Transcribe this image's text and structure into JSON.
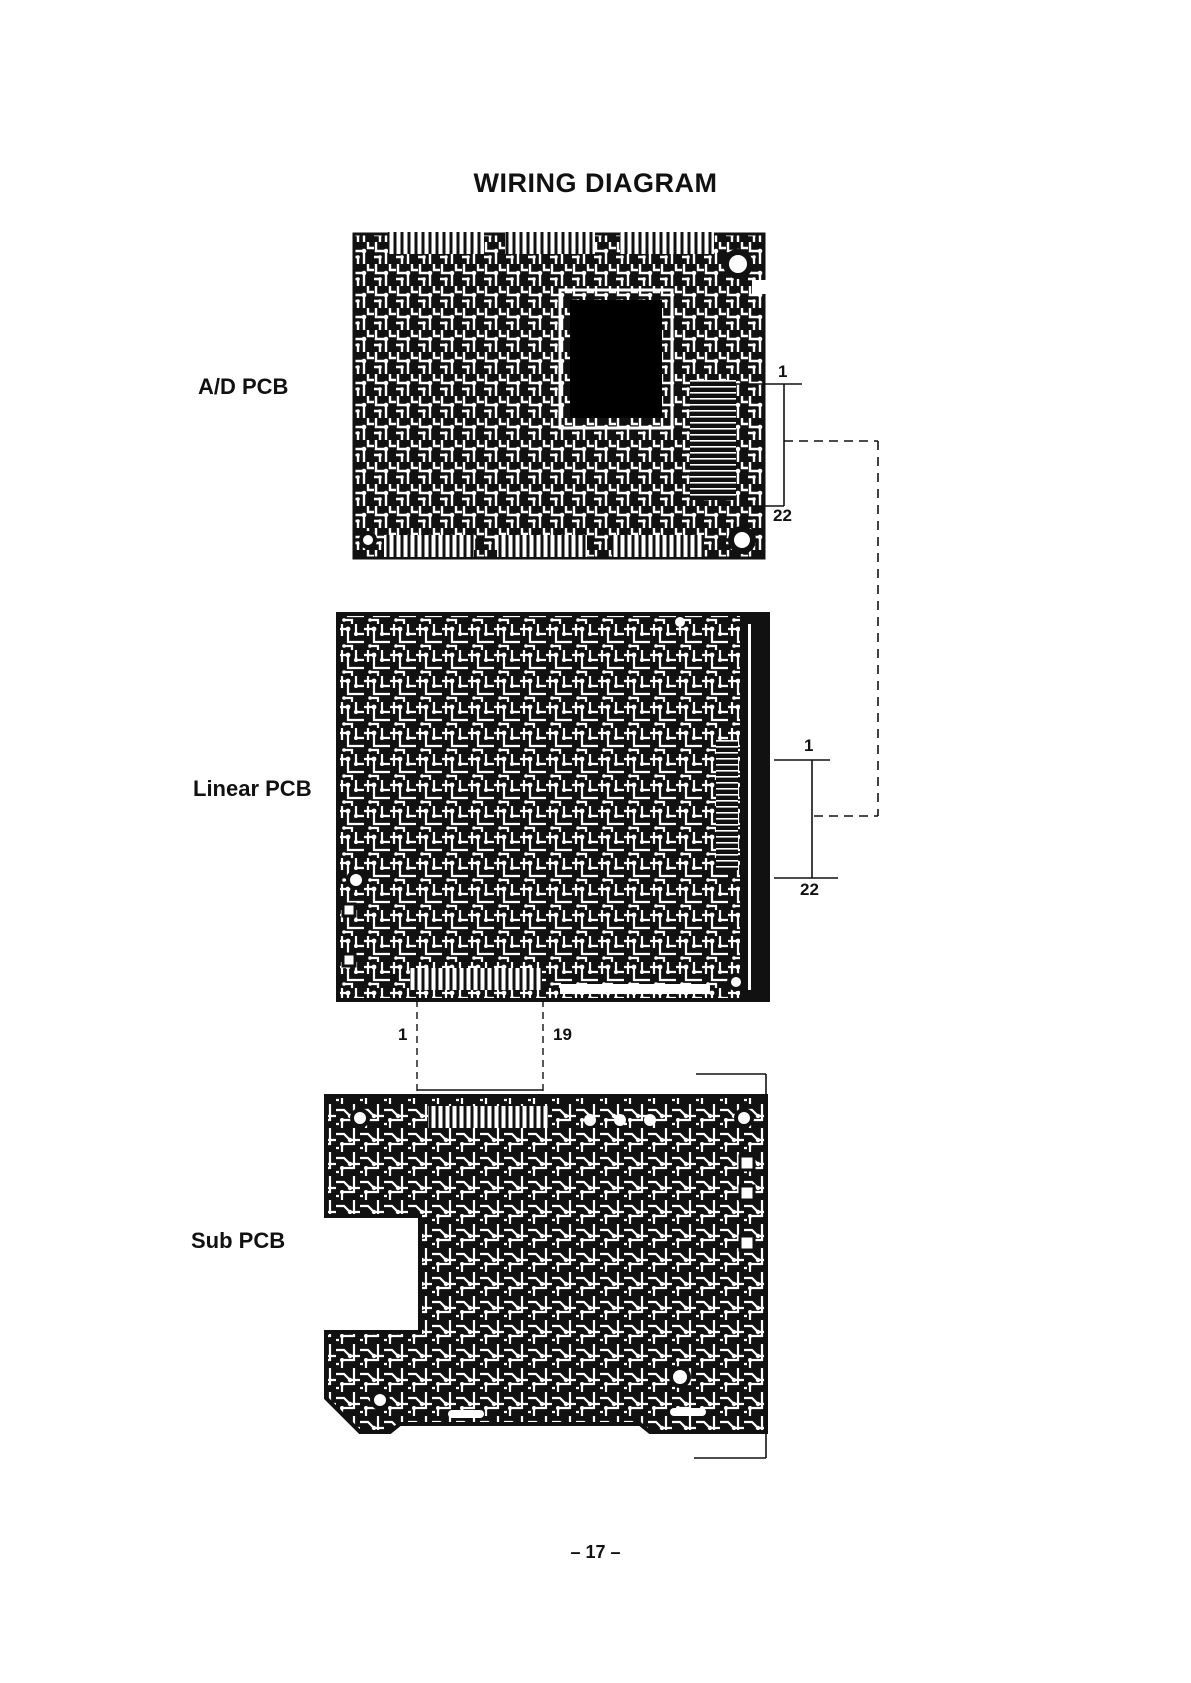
{
  "title": "WIRING DIAGRAM",
  "boards": {
    "ad": {
      "label": "A/D PCB"
    },
    "linear": {
      "label": "Linear PCB"
    },
    "sub": {
      "label": "Sub PCB"
    }
  },
  "connectors": {
    "ad_linear": {
      "ad_pin_first": "1",
      "ad_pin_last": "22",
      "linear_pin_first": "1",
      "linear_pin_last": "22"
    },
    "linear_sub": {
      "pin_first": "1",
      "pin_last": "19"
    }
  },
  "page_number": "– 17 –",
  "colors": {
    "ink": "#111111",
    "paper": "#ffffff"
  }
}
